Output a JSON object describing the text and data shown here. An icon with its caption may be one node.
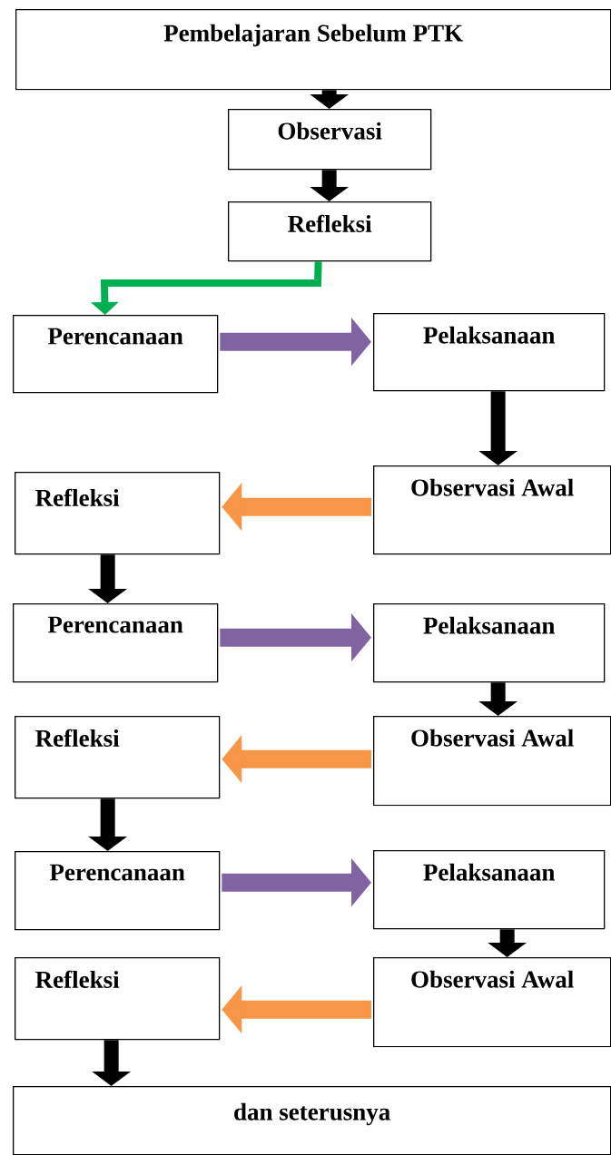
{
  "diagram": {
    "nodes": [
      {
        "text": [
          "Pembelajaran Sebelum PTK"
        ]
      },
      {
        "text": [
          "Observasi"
        ]
      },
      {
        "text": [
          "Refleksi"
        ]
      },
      {
        "text": [
          "Perencanaan"
        ]
      },
      {
        "text": [
          "Pelaksanaan"
        ]
      },
      {
        "text": [
          "Refleksi"
        ]
      },
      {
        "text": [
          "Observasi Awal"
        ]
      },
      {
        "text": [
          "Perencanaan"
        ]
      },
      {
        "text": [
          "Pelaksanaan"
        ]
      },
      {
        "text": [
          "Refleksi"
        ]
      },
      {
        "text": [
          "Observasi Awal"
        ]
      },
      {
        "text": [
          "Perencanaan"
        ]
      },
      {
        "text": [
          "Pelaksanaan"
        ]
      },
      {
        "text": [
          "Refleksi"
        ]
      },
      {
        "text": [
          "Observasi Awal"
        ]
      },
      {
        "text": [
          "dan seterusnya"
        ]
      }
    ],
    "edges": [
      {
        "from": 0,
        "to": 1,
        "arrow": "to"
      },
      {
        "from": 1,
        "to": 2,
        "arrow": "to"
      },
      {
        "from": 2,
        "to": 3,
        "arrow": "to",
        "color": "#00b050"
      },
      {
        "from": 3,
        "to": 4,
        "arrow": "to",
        "color": "#8064a2"
      },
      {
        "from": 4,
        "to": 6,
        "arrow": "to"
      },
      {
        "from": 6,
        "to": 5,
        "arrow": "to",
        "color": "#f79646"
      },
      {
        "from": 5,
        "to": 7,
        "arrow": "to"
      },
      {
        "from": 7,
        "to": 8,
        "arrow": "to",
        "color": "#8064a2"
      },
      {
        "from": 8,
        "to": 10,
        "arrow": "to"
      },
      {
        "from": 10,
        "to": 9,
        "arrow": "to",
        "color": "#f79646"
      },
      {
        "from": 9,
        "to": 11,
        "arrow": "to"
      },
      {
        "from": 11,
        "to": 12,
        "arrow": "to",
        "color": "#8064a2"
      },
      {
        "from": 12,
        "to": 14,
        "arrow": "to"
      },
      {
        "from": 14,
        "to": 13,
        "arrow": "to",
        "color": "#f79646"
      },
      {
        "from": 13,
        "to": 15,
        "arrow": "to"
      }
    ]
  }
}
